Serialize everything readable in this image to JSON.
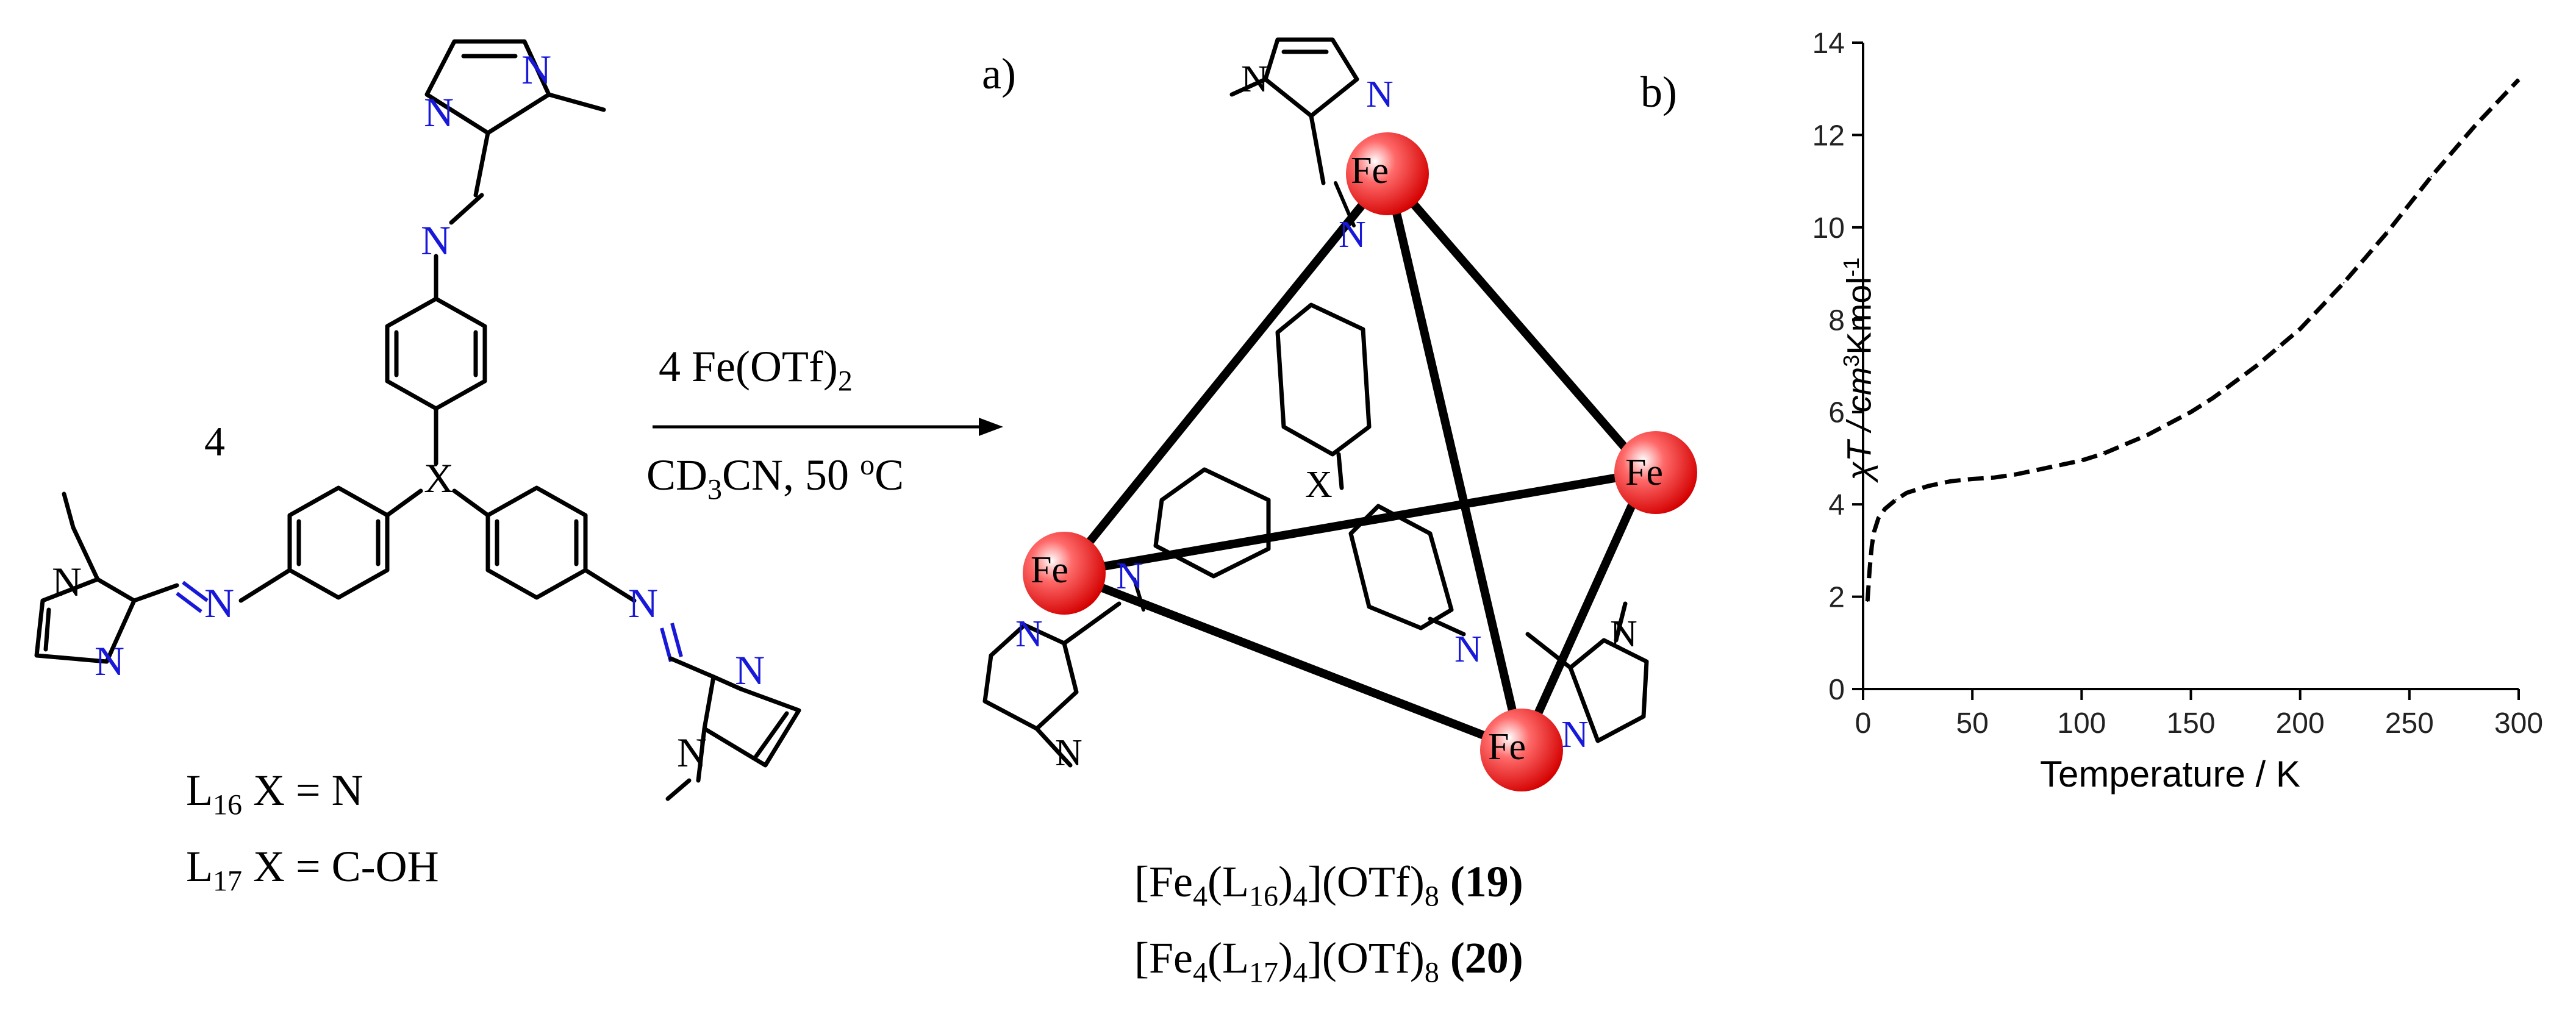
{
  "panel_a": {
    "label": "a)",
    "ligand": {
      "stoich": "4",
      "center_atom": "X",
      "n_atom": "N",
      "legend": [
        {
          "prefix": "L",
          "sub": "16",
          "rest": " X = N"
        },
        {
          "prefix": "L",
          "sub": "17",
          "rest": " X = C-OH"
        }
      ]
    },
    "reaction": {
      "reagent_pre": "4 Fe(OTf)",
      "reagent_sub": "2",
      "cond_pre": "CD",
      "cond_sub": "3",
      "cond_mid": "CN, 50 ",
      "cond_sup": "o",
      "cond_post": "C"
    },
    "cage": {
      "metal": "Fe",
      "center_atom": "X",
      "n_atom": "N"
    },
    "products": [
      {
        "a": "[Fe",
        "s1": "4",
        "b": "(L",
        "s2": "16",
        "c": ")",
        "s3": "4",
        "d": "](OTf)",
        "s4": "8",
        "num": " (19)"
      },
      {
        "a": "[Fe",
        "s1": "4",
        "b": "(L",
        "s2": "17",
        "c": ")",
        "s3": "4",
        "d": "](OTf)",
        "s4": "8",
        "num": "  (20)"
      }
    ]
  },
  "panel_b": {
    "label": "b)"
  },
  "chart_data": {
    "type": "line",
    "xlabel": "Temperature / K",
    "ylabel_pre": "χT / cm",
    "ylabel_sup1": "3",
    "ylabel_mid": "Kmol",
    "ylabel_sup2": "-1",
    "xlim": [
      0,
      300
    ],
    "ylim": [
      0,
      14
    ],
    "xticks": [
      0,
      50,
      100,
      150,
      200,
      250,
      300
    ],
    "yticks": [
      0,
      2,
      4,
      6,
      8,
      10,
      12,
      14
    ],
    "grid": false,
    "series": [
      {
        "style": "dashed",
        "x": [
          2,
          3,
          4,
          5,
          7,
          10,
          15,
          20,
          30,
          40,
          50,
          60,
          70,
          80,
          90,
          100,
          110,
          120,
          130,
          140,
          150,
          160,
          170,
          180,
          190,
          200,
          210,
          220,
          230,
          240,
          250,
          260,
          270,
          280,
          290,
          300
        ],
        "y": [
          1.9,
          2.6,
          3.1,
          3.4,
          3.7,
          3.9,
          4.1,
          4.25,
          4.4,
          4.5,
          4.55,
          4.58,
          4.65,
          4.75,
          4.85,
          4.95,
          5.1,
          5.3,
          5.5,
          5.75,
          6.0,
          6.3,
          6.65,
          7.0,
          7.4,
          7.8,
          8.3,
          8.8,
          9.35,
          9.9,
          10.5,
          11.1,
          11.65,
          12.2,
          12.7,
          13.2
        ]
      }
    ]
  }
}
